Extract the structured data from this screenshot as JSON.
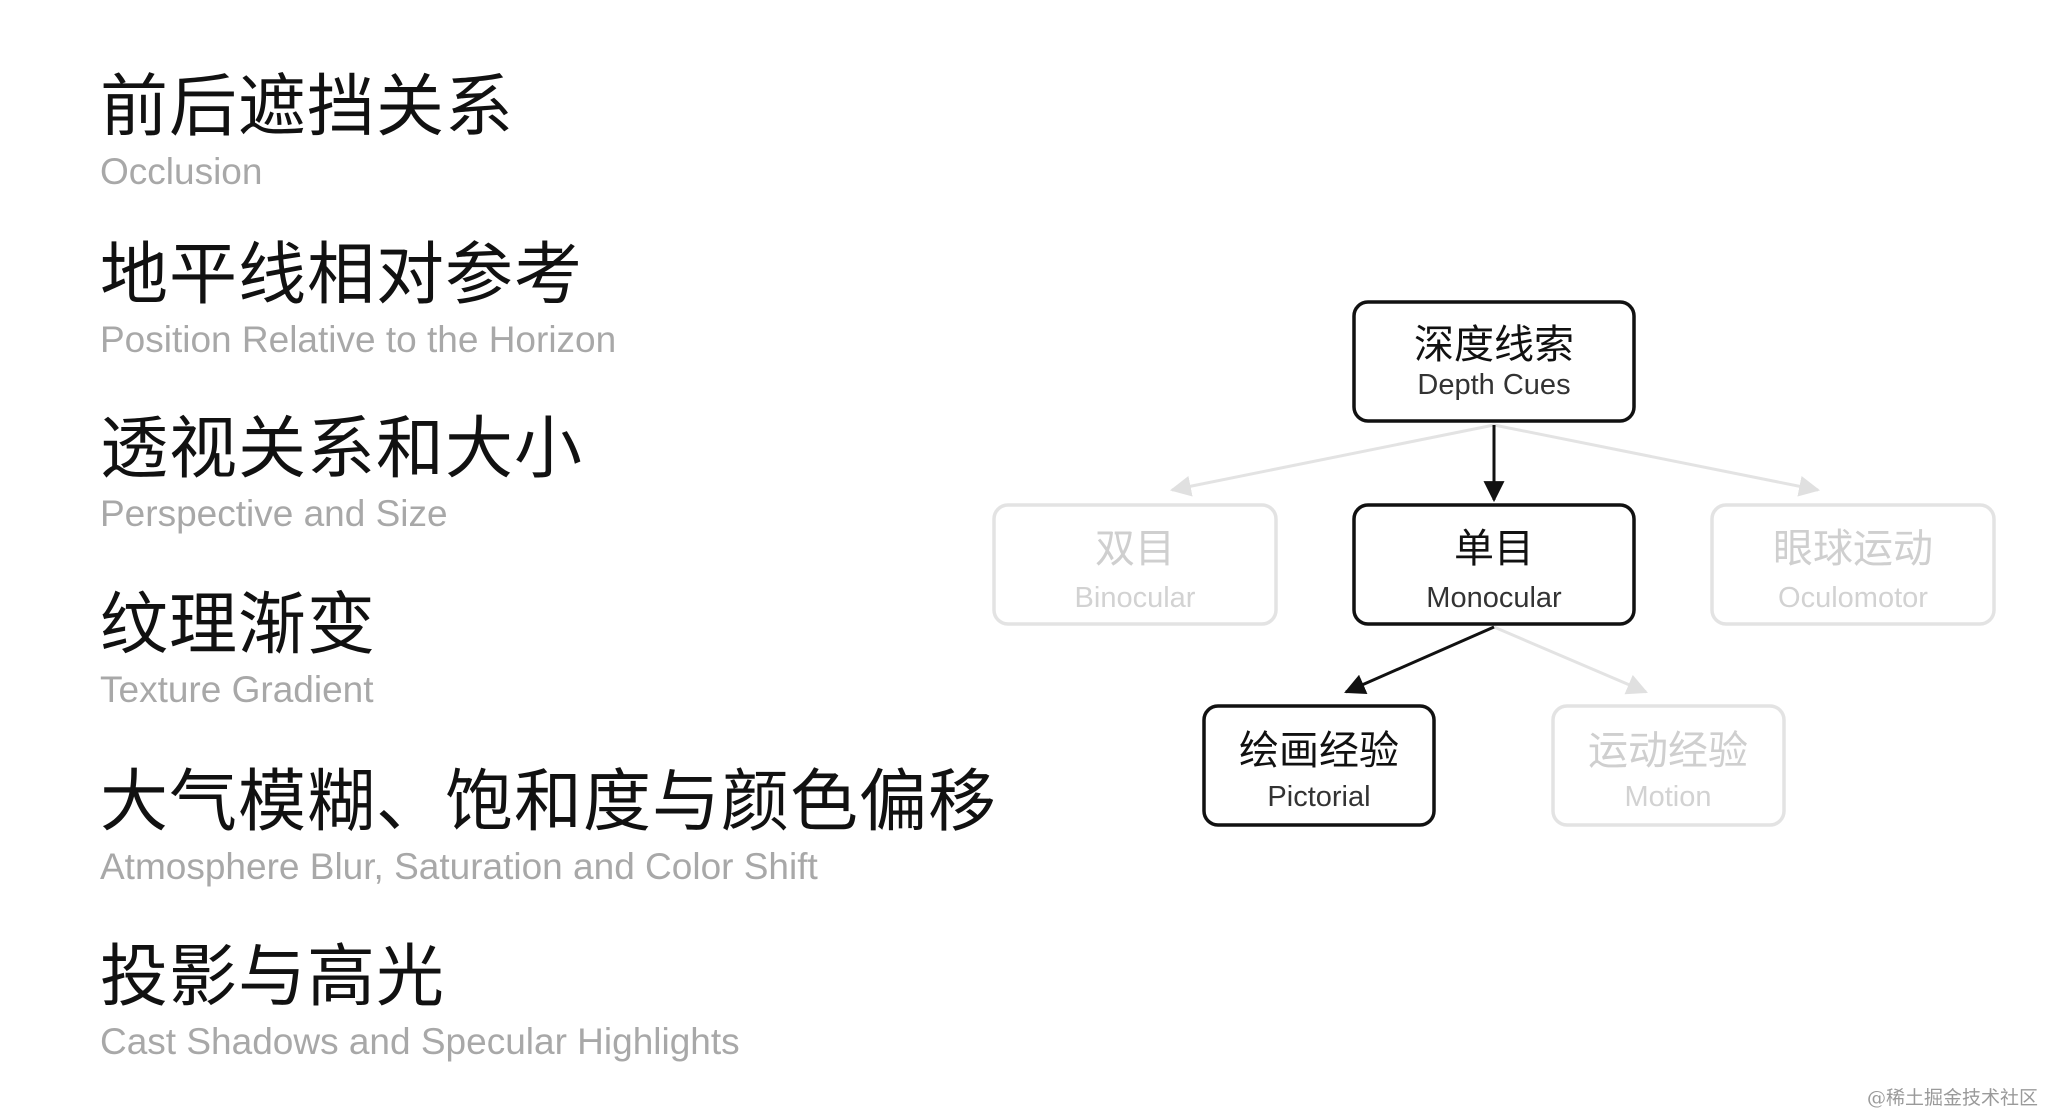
{
  "cues": [
    {
      "zh": "前后遮挡关系",
      "en": "Occlusion"
    },
    {
      "zh": "地平线相对参考",
      "en": "Position Relative to the Horizon"
    },
    {
      "zh": "透视关系和大小",
      "en": "Perspective and Size"
    },
    {
      "zh": "纹理渐变",
      "en": "Texture Gradient"
    },
    {
      "zh": "大气模糊、饱和度与颜色偏移",
      "en": "Atmosphere Blur, Saturation and Color Shift"
    },
    {
      "zh": "投影与高光",
      "en": "Cast Shadows and Specular Highlights"
    }
  ],
  "diagram": {
    "root": {
      "zh": "深度线索",
      "en": "Depth Cues",
      "active": true
    },
    "binocular": {
      "zh": "双目",
      "en": "Binocular",
      "active": false
    },
    "monocular": {
      "zh": "单目",
      "en": "Monocular",
      "active": true
    },
    "oculomotor": {
      "zh": "眼球运动",
      "en": "Oculomotor",
      "active": false
    },
    "pictorial": {
      "zh": "绘画经验",
      "en": "Pictorial",
      "active": true
    },
    "motion": {
      "zh": "运动经验",
      "en": "Motion",
      "active": false
    }
  },
  "colors": {
    "active_stroke": "#111111",
    "inactive_stroke": "#e3e3e3",
    "active_text": "#111111",
    "inactive_text": "#cfcfcf",
    "active_en_text": "#333333",
    "inactive_en_text": "#d2d2d2",
    "caption_text": "#a8a8a8"
  },
  "watermark": "@稀土掘金技术社区"
}
